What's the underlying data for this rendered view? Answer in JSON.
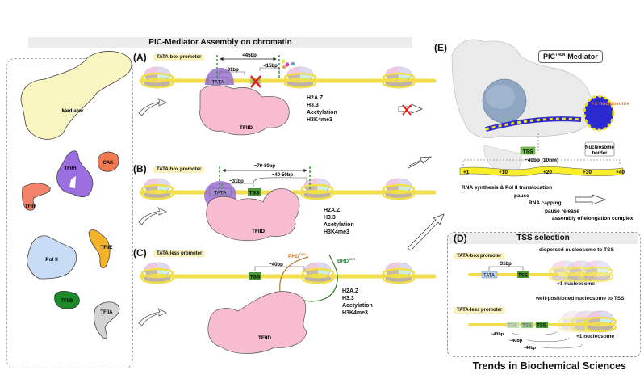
{
  "title": "PIC-Mediator Assembly on chromatin",
  "footer": "Trends in Biochemical Sciences",
  "legend": {
    "components": [
      "Mediator",
      "TFIIH",
      "CAK",
      "TFIIF",
      "Pol II",
      "TFIIE",
      "TFIIB",
      "TFIIA"
    ],
    "colors": {
      "Mediator": "#f8f5c0",
      "TFIIH": "#9b6fe0",
      "CAK": "#f07a50",
      "TFIIF": "#f2836a",
      "Pol II": "#c8dcf5",
      "TFIIE": "#f5b32a",
      "TFIIB": "#1d8a2a",
      "TFIIA": "#d3d3d3"
    }
  },
  "panels": {
    "A": {
      "label": "(A)",
      "promoter": "TATA-box promoter",
      "dist_outer": "<45bp",
      "dist_tata": "~31bp",
      "dist_inner": "<15bp",
      "tata": "TATA",
      "tfiid": "TFIID",
      "marks": [
        "H2A.Z",
        "H3.3",
        "Acetylation",
        "H3K4me3"
      ]
    },
    "B": {
      "label": "(B)",
      "promoter": "TATA-box promoter",
      "dist_outer": "~70-80bp",
      "dist_tata": "~31bp",
      "dist_inner": "~40-50bp",
      "tata": "TATA",
      "tss": "TSS",
      "tfiid": "TFIID",
      "marks": [
        "H2A.Z",
        "H3.3",
        "Acetylation",
        "H3K4me3"
      ]
    },
    "C": {
      "label": "(C)",
      "promoter": "TATA-less promoter",
      "dist": "~40bp",
      "tss": "TSS",
      "phd": "PHD",
      "phd_sup": "TAF3",
      "brd": "BRD",
      "brd_sup": "TAF1",
      "tfiid": "TFIID",
      "marks": [
        "H2A.Z",
        "H3.3",
        "Acetylation",
        "H3K4me3"
      ]
    },
    "D": {
      "label": "(D)",
      "title": "TSS selection",
      "box_promoter": "TATA-box promoter",
      "box_dist": "~31bp",
      "box_tata": "TATA",
      "box_tss": "TSS",
      "box_note": "dispersed nucleosome to TSS",
      "box_nuc": "+1 nucleosome",
      "less_promoter": "TATA-less promoter",
      "less_note": "well-positioned nucleosome to TSS",
      "less_tss": [
        "TSS",
        "TSS",
        "TSS"
      ],
      "less_dists": [
        "~40bp",
        "~40bp",
        "~40bp"
      ],
      "less_nuc": "+1 nucleosome"
    },
    "E": {
      "label": "(E)",
      "complex": "PIC",
      "complex_sup": "T40N",
      "complex_suffix": "-Mediator",
      "polii": "Pol II",
      "nuc": "+1 nucleosome",
      "tss": "TSS",
      "border": [
        "Nucleosome",
        "border"
      ],
      "span": "~40bp (10nm)",
      "ticks": [
        "+1",
        "+10",
        "+20",
        "+30",
        "+40"
      ],
      "steps": [
        "RNA synthesis & Pol II translocation",
        "pause",
        "RNA capping",
        "pause release",
        "assembly of elongation complex"
      ]
    }
  }
}
